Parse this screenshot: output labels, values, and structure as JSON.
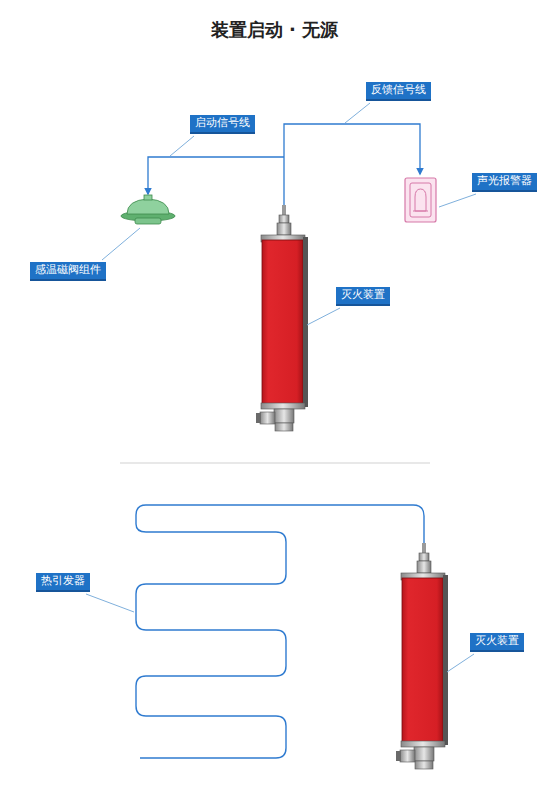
{
  "diagram": {
    "title": "装置启动 · 无源",
    "nodes": [
      {
        "text": [
          "反馈信号线"
        ]
      },
      {
        "text": [
          "启动信号线"
        ]
      },
      {
        "text": [
          "声光报警器"
        ]
      },
      {
        "text": [
          "灭火装置"
        ]
      },
      {
        "text": [
          "感温磁阀组件"
        ]
      },
      {
        "text": [
          "热引发器"
        ]
      },
      {
        "text": [
          "灭火装置"
        ]
      }
    ]
  }
}
